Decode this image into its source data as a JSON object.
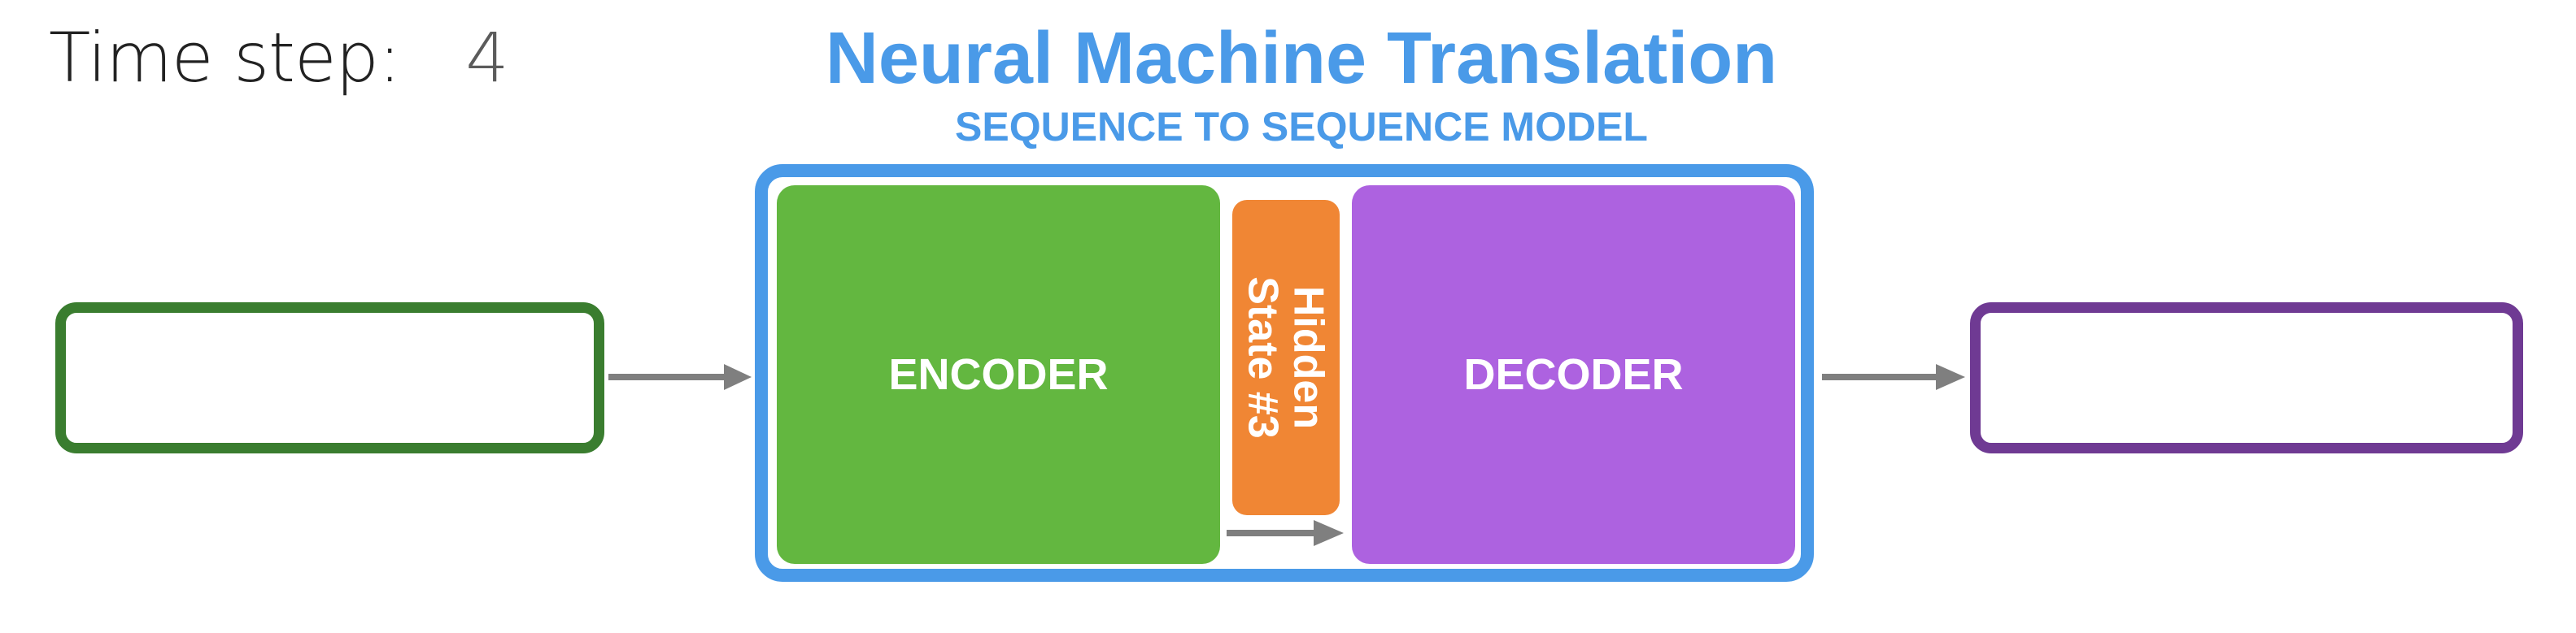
{
  "timestep": {
    "label": "Time step:",
    "value": "4"
  },
  "header": {
    "title": "Neural Machine Translation",
    "subtitle": "SEQUENCE TO SEQUENCE MODEL"
  },
  "model": {
    "encoder_label": "ENCODER",
    "decoder_label": "DECODER",
    "hidden_state_line1": "Hidden",
    "hidden_state_line2": "State #3"
  },
  "io": {
    "input_text": "",
    "output_text": ""
  },
  "colors": {
    "title_blue": "#4a9ae8",
    "encoder_green": "#63b740",
    "decoder_purple": "#ad62e0",
    "hidden_orange": "#f08634",
    "input_border_green": "#3a7d2f",
    "output_border_purple": "#6f3a93",
    "arrow_gray": "#7f7f7f"
  }
}
